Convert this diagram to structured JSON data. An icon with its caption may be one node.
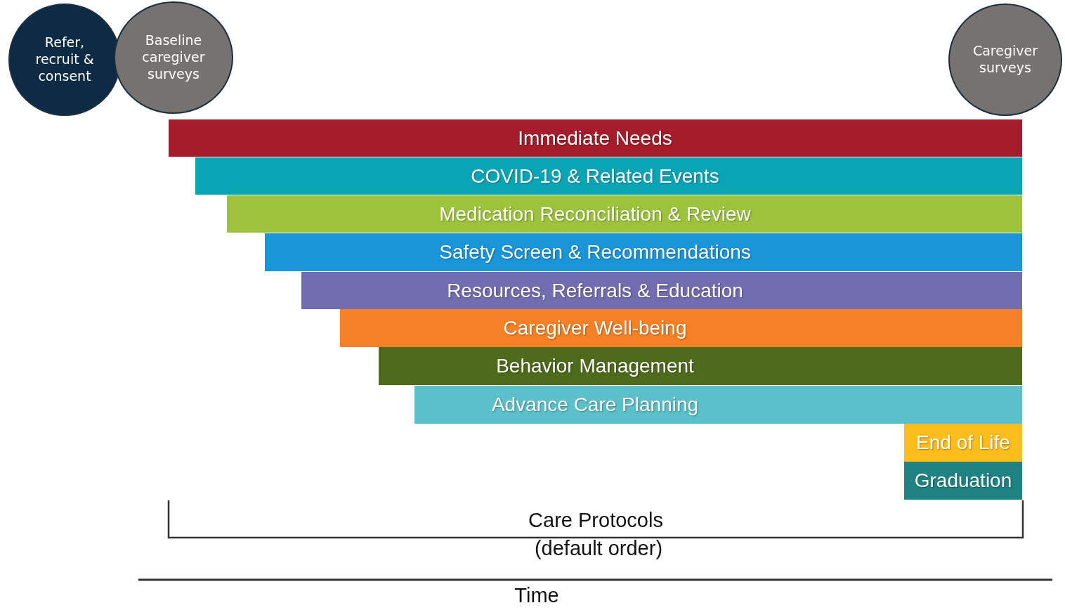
{
  "diagram": {
    "nodes": [
      {
        "text": [
          "Refer, recruit & consent"
        ]
      },
      {
        "text": [
          "Baseline caregiver surveys"
        ]
      },
      {
        "text": [
          "Caregiver surveys"
        ]
      },
      {
        "text": [
          "Immediate Needs"
        ]
      },
      {
        "text": [
          "COVID-19 & Related Events"
        ]
      },
      {
        "text": [
          "Medication Reconciliation & Review"
        ]
      },
      {
        "text": [
          "Safety Screen & Recommendations"
        ]
      },
      {
        "text": [
          "Resources, Referrals & Education"
        ]
      },
      {
        "text": [
          "Caregiver Well-being"
        ]
      },
      {
        "text": [
          "Behavior Management"
        ]
      },
      {
        "text": [
          "Advance Care Planning"
        ]
      },
      {
        "text": [
          "End of Life"
        ]
      },
      {
        "text": [
          "Graduation"
        ]
      }
    ],
    "edges": [],
    "labels": [
      "Care Protocols",
      "(default order)",
      "Time"
    ]
  }
}
